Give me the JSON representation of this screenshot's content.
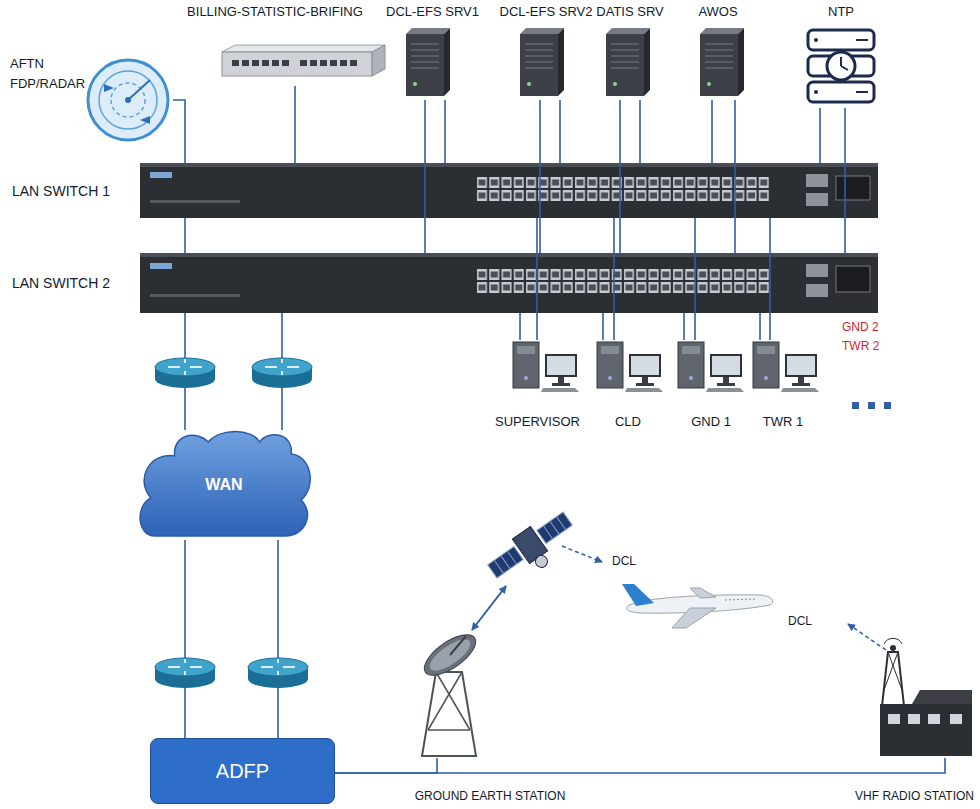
{
  "diagram": {
    "nodes": [
      {
        "text": [
          "AFTN FDP/RADAR"
        ]
      },
      {
        "text": [
          "BILLING-STATISTIC-BRIFING"
        ]
      },
      {
        "text": [
          "DCL-EFS SRV1"
        ]
      },
      {
        "text": [
          "DCL-EFS SRV2"
        ]
      },
      {
        "text": [
          "DATIS SRV"
        ]
      },
      {
        "text": [
          "AWOS"
        ]
      },
      {
        "text": [
          "NTP"
        ]
      },
      {
        "text": [
          "LAN SWITCH 1"
        ]
      },
      {
        "text": [
          "LAN SWITCH 2"
        ]
      },
      {
        "text": [
          "SUPERVISOR"
        ]
      },
      {
        "text": [
          "CLD"
        ]
      },
      {
        "text": [
          "GND 1"
        ]
      },
      {
        "text": [
          "TWR 1"
        ]
      },
      {
        "text": [
          "WAN"
        ]
      },
      {
        "text": [
          "ADFP"
        ]
      },
      {
        "text": [
          "GROUND EARTH STATION"
        ]
      },
      {
        "text": [
          "VHF RADIO STATION"
        ]
      }
    ],
    "edges": [
      {
        "from": 0,
        "to": 7,
        "arrow": "none"
      },
      {
        "from": 7,
        "to": 8,
        "arrow": "none"
      },
      {
        "from": 1,
        "to": 7,
        "arrow": "none"
      },
      {
        "from": 2,
        "to": 7,
        "arrow": "none"
      },
      {
        "from": 2,
        "to": 8,
        "arrow": "none"
      },
      {
        "from": 3,
        "to": 7,
        "arrow": "none"
      },
      {
        "from": 3,
        "to": 8,
        "arrow": "none"
      },
      {
        "from": 4,
        "to": 7,
        "arrow": "none"
      },
      {
        "from": 4,
        "to": 8,
        "arrow": "none"
      },
      {
        "from": 5,
        "to": 7,
        "arrow": "none"
      },
      {
        "from": 5,
        "to": 8,
        "arrow": "none"
      },
      {
        "from": 6,
        "to": 7,
        "arrow": "none"
      },
      {
        "from": 6,
        "to": 8,
        "arrow": "none"
      },
      {
        "from": 7,
        "to": 9,
        "arrow": "none"
      },
      {
        "from": 8,
        "to": 9,
        "arrow": "none"
      },
      {
        "from": 7,
        "to": 10,
        "arrow": "none"
      },
      {
        "from": 8,
        "to": 10,
        "arrow": "none"
      },
      {
        "from": 7,
        "to": 11,
        "arrow": "none"
      },
      {
        "from": 8,
        "to": 11,
        "arrow": "none"
      },
      {
        "from": 7,
        "to": 12,
        "arrow": "none"
      },
      {
        "from": 8,
        "to": 12,
        "arrow": "none"
      },
      {
        "from": 8,
        "to": 13,
        "arrow": "none"
      },
      {
        "from": 8,
        "to": 13,
        "arrow": "none"
      },
      {
        "from": 13,
        "to": 14,
        "arrow": "none"
      },
      {
        "from": 13,
        "to": 14,
        "arrow": "none"
      },
      {
        "from": 14,
        "to": 15,
        "arrow": "none"
      },
      {
        "from": 14,
        "to": 16,
        "arrow": "none"
      }
    ],
    "labels": [
      "GND 2",
      "TWR 2",
      "DCL",
      "DCL"
    ]
  }
}
